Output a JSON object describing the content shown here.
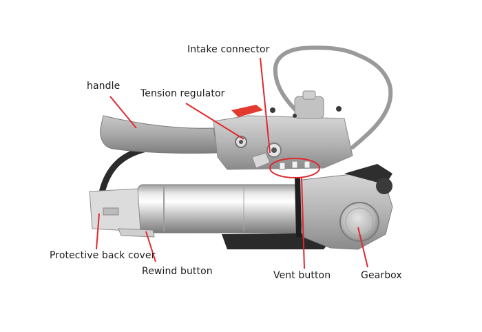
{
  "labels": {
    "intake_connector": "Intake connector",
    "handle": "handle",
    "tension_regulator": "Tension regulator",
    "protective_back_cover": "Protective back cover",
    "rewind_button": "Rewind button",
    "vent_button": "Vent button",
    "gearbox": "Gearbox"
  },
  "colors": {
    "leader_line": "#e0282e",
    "metal_light": "#dcdcdc",
    "metal_mid": "#b8b8b8",
    "metal_dark": "#8c8c8c",
    "accent_black": "#1e1e1e",
    "lever_red": "#e23a2e"
  }
}
